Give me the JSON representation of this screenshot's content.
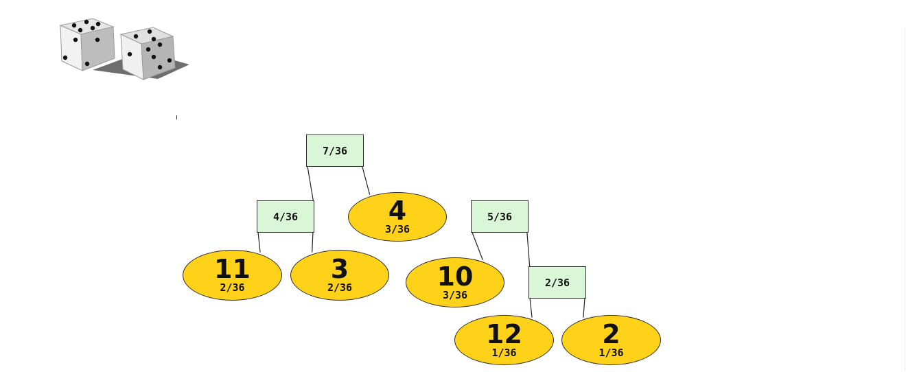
{
  "colors": {
    "box_fill": "#d9f7d6",
    "leaf_fill": "#ffd21a",
    "outline": "#2b2b2b"
  },
  "icons": [
    "dice-pair-icon"
  ],
  "tree": {
    "nodes": {
      "n7_36": {
        "kind": "box",
        "prob": "7/36"
      },
      "n4_36": {
        "kind": "box",
        "prob": "4/36"
      },
      "n5_36": {
        "kind": "box",
        "prob": "5/36"
      },
      "n2_36": {
        "kind": "box",
        "prob": "2/36"
      },
      "leaf4": {
        "kind": "leaf",
        "value": "4",
        "prob": "3/36"
      },
      "leaf11": {
        "kind": "leaf",
        "value": "11",
        "prob": "2/36"
      },
      "leaf3": {
        "kind": "leaf",
        "value": "3",
        "prob": "2/36"
      },
      "leaf10": {
        "kind": "leaf",
        "value": "10",
        "prob": "3/36"
      },
      "leaf12": {
        "kind": "leaf",
        "value": "12",
        "prob": "1/36"
      },
      "leaf2": {
        "kind": "leaf",
        "value": "2",
        "prob": "1/36"
      }
    },
    "edges": [
      [
        "n7_36",
        "n4_36"
      ],
      [
        "n7_36",
        "leaf4"
      ],
      [
        "n4_36",
        "leaf11"
      ],
      [
        "n4_36",
        "leaf3"
      ],
      [
        "n5_36",
        "leaf10"
      ],
      [
        "n5_36",
        "n2_36"
      ],
      [
        "n2_36",
        "leaf12"
      ],
      [
        "n2_36",
        "leaf2"
      ]
    ]
  }
}
